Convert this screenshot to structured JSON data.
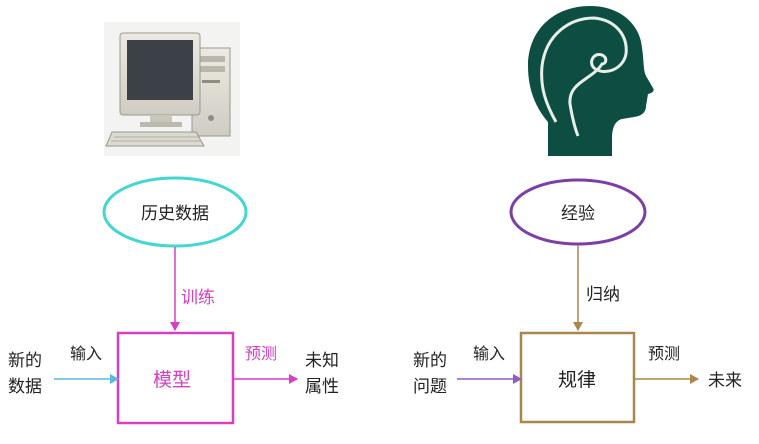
{
  "left": {
    "source_node": "历史数据",
    "edge_label": "训练",
    "model_node": "模型",
    "input_label": "输入",
    "input_text": [
      "新的",
      "数据"
    ],
    "output_label": "预测",
    "output_text": [
      "未知",
      "属性"
    ]
  },
  "right": {
    "source_node": "经验",
    "edge_label": "归纳",
    "model_node": "规律",
    "input_label": "输入",
    "input_text": [
      "新的",
      "问题"
    ],
    "output_label": "预测",
    "output_text": "未来"
  },
  "icons": {
    "left_image": "computer-icon",
    "right_image": "human-head-silhouette-icon"
  },
  "colors": {
    "left_ellipse": "#44d6d0",
    "left_accent": "#d63fc4",
    "left_input_arrow": "#5bb9e0",
    "right_ellipse": "#7b3fa6",
    "right_box": "#a9864a",
    "right_input_arrow": "#8e5dc2",
    "head": "#0d4d42"
  }
}
